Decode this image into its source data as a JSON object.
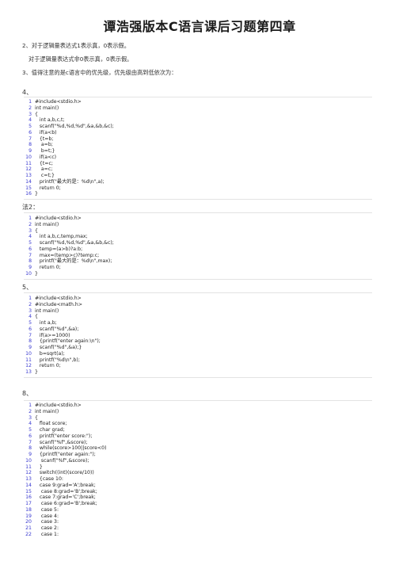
{
  "title": "谭浩强版本C语言课后习题第四章",
  "intro": {
    "line1": "2、对于逻辑量表达式1表示真，0表示假。",
    "line2": "对于逻辑量表达式非0表示真，0表示假。",
    "line3": "3、值得注意的是c语言中的优先级，优先级由高到低依次为："
  },
  "sections": {
    "s4": "4、",
    "s4b": "法2：",
    "s5": "5、",
    "s8": "8、"
  },
  "code1": [
    {
      "n": "1",
      "t": "#include<stdio.h>"
    },
    {
      "n": "2",
      "t": "int main()"
    },
    {
      "n": "3",
      "t": "{"
    },
    {
      "n": "4",
      "t": "   int a,b,c,t;"
    },
    {
      "n": "5",
      "t": "   scanf(\"%d,%d,%d\",&a,&b,&c);"
    },
    {
      "n": "6",
      "t": "   if(a<b)"
    },
    {
      "n": "7",
      "t": "   {t=b;"
    },
    {
      "n": "8",
      "t": "    a=b;"
    },
    {
      "n": "9",
      "t": "    b=t;}"
    },
    {
      "n": "10",
      "t": "   if(a<c)"
    },
    {
      "n": "11",
      "t": "   {t=c;"
    },
    {
      "n": "12",
      "t": "    a=c;"
    },
    {
      "n": "13",
      "t": "    c=t;}"
    },
    {
      "n": "14",
      "t": "   printf(\"最大的是：%d\\n\",a);"
    },
    {
      "n": "15",
      "t": "   return 0;"
    },
    {
      "n": "16",
      "t": "}"
    }
  ],
  "code2": [
    {
      "n": "1",
      "t": "#include<stdio.h>"
    },
    {
      "n": "2",
      "t": "int main()"
    },
    {
      "n": "3",
      "t": "{"
    },
    {
      "n": "4",
      "t": "   int a,b,c,temp,max;"
    },
    {
      "n": "5",
      "t": "   scanf(\"%d,%d,%d\",&a,&b,&c);"
    },
    {
      "n": "6",
      "t": "   temp=(a>b)?a:b;"
    },
    {
      "n": "7",
      "t": "   max=(temp>c)?temp:c;"
    },
    {
      "n": "8",
      "t": "   printf(\"最大的是：%d\\n\",max);"
    },
    {
      "n": "9",
      "t": "   return 0;"
    },
    {
      "n": "10",
      "t": "}"
    }
  ],
  "code3": [
    {
      "n": "1",
      "t": "#include<stdio.h>"
    },
    {
      "n": "2",
      "t": "#include<math.h>"
    },
    {
      "n": "3",
      "t": "int main()"
    },
    {
      "n": "4",
      "t": "{"
    },
    {
      "n": "5",
      "t": "   int a,b;"
    },
    {
      "n": "6",
      "t": "   scanf(\"%d\",&a);"
    },
    {
      "n": "7",
      "t": "   if(a>=1000)"
    },
    {
      "n": "8",
      "t": "   {printf(\"enter again:\\n\");"
    },
    {
      "n": "9",
      "t": "   scanf(\"%d\",&a);}"
    },
    {
      "n": "10",
      "t": "   b=sqrt(a);"
    },
    {
      "n": "11",
      "t": "   printf(\"%d\\n\",b);"
    },
    {
      "n": "12",
      "t": "   return 0;"
    },
    {
      "n": "13",
      "t": "}"
    }
  ],
  "code4": [
    {
      "n": "1",
      "t": "#include<stdio.h>"
    },
    {
      "n": "2",
      "t": "int main()"
    },
    {
      "n": "3",
      "t": "{"
    },
    {
      "n": "4",
      "t": "   float score;"
    },
    {
      "n": "5",
      "t": "   char grad;"
    },
    {
      "n": "6",
      "t": "   printf(\"enter score:\");"
    },
    {
      "n": "7",
      "t": "   scanf(\"%f\",&score);"
    },
    {
      "n": "8",
      "t": "   while(score>100||score<0)"
    },
    {
      "n": "9",
      "t": "   {printf(\"enter again:\");"
    },
    {
      "n": "10",
      "t": "    scanf(\"%f\",&score);"
    },
    {
      "n": "11",
      "t": "   }"
    },
    {
      "n": "12",
      "t": "   switch((int)(score/10))"
    },
    {
      "n": "13",
      "t": "   {case 10:"
    },
    {
      "n": "14",
      "t": "   case 9:grad='A';break;"
    },
    {
      "n": "15",
      "t": "    case 8:grad='B';break;"
    },
    {
      "n": "16",
      "t": "   case 7:grad='C';break;"
    },
    {
      "n": "17",
      "t": "    case 6:grad='B';break;"
    },
    {
      "n": "18",
      "t": "    case 5:"
    },
    {
      "n": "19",
      "t": "    case 4:"
    },
    {
      "n": "20",
      "t": "    case 3:"
    },
    {
      "n": "21",
      "t": "    case 2:"
    },
    {
      "n": "22",
      "t": "    case 1:"
    }
  ]
}
